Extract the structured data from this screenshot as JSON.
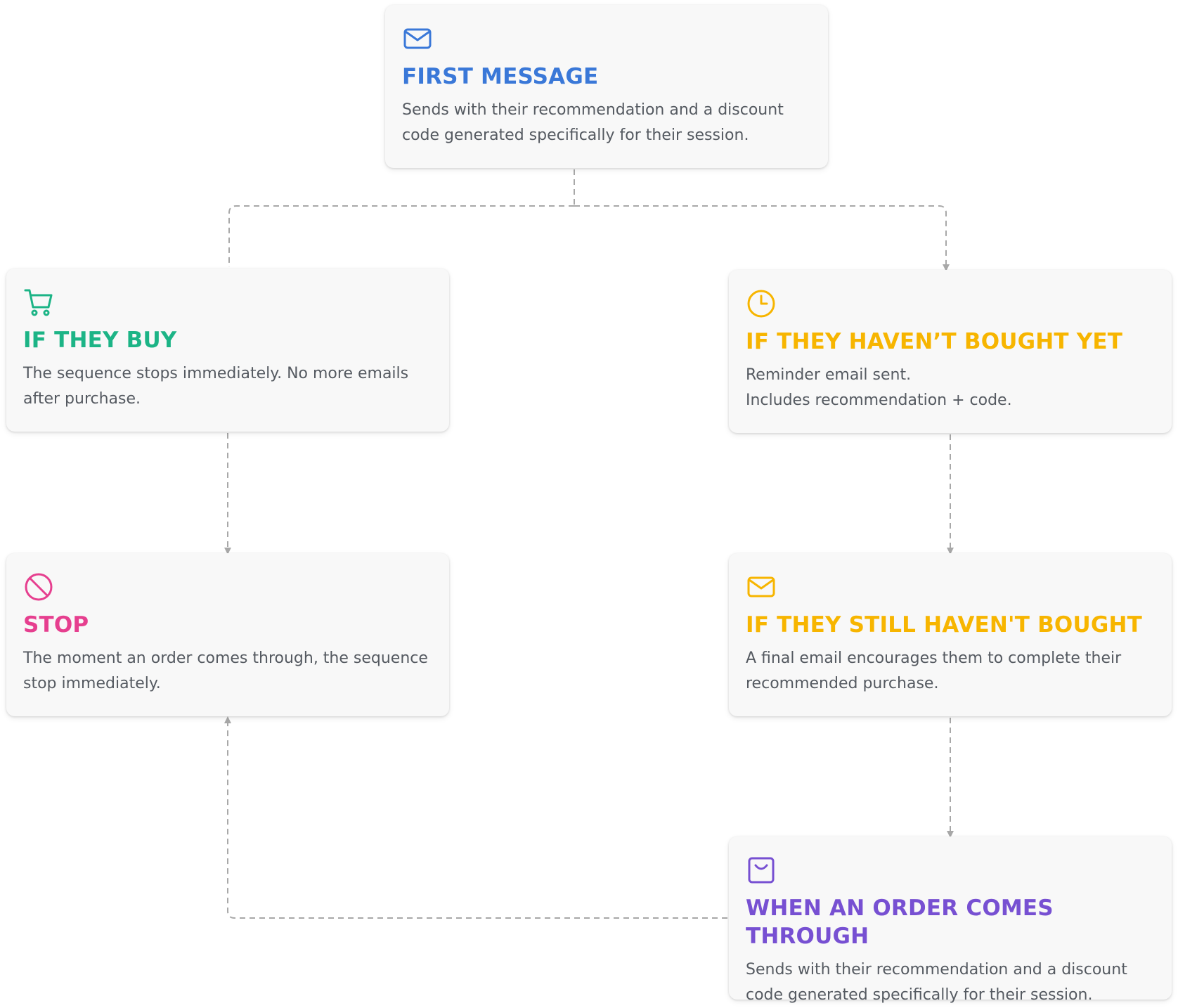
{
  "colors": {
    "blue": "#3a78d8",
    "green": "#1cb486",
    "amber": "#f7b500",
    "pink": "#e63f8f",
    "purple": "#7750d2",
    "connector": "#a8a8a8"
  },
  "cards": [
    {
      "id": "first",
      "icon": "mail-icon",
      "color": "#3a78d8",
      "title": "FIRST MESSAGE",
      "body": "Sends with their recommendation and a discount code generated specifically for their session."
    },
    {
      "id": "buy",
      "icon": "cart-icon",
      "color": "#1cb486",
      "title": "IF THEY BUY",
      "body": "The sequence stops immediately. No more emails after purchase."
    },
    {
      "id": "notyet",
      "icon": "clock-icon",
      "color": "#f7b500",
      "title": "IF THEY HAVEN’T BOUGHT YET",
      "body": "Reminder email sent.\nIncludes recommendation + code."
    },
    {
      "id": "stop",
      "icon": "ban-icon",
      "color": "#e63f8f",
      "title": "STOP",
      "body": "The moment an order comes through, the sequence stop immediately."
    },
    {
      "id": "still",
      "icon": "mail-icon",
      "color": "#f7b500",
      "title": "IF THEY STILL HAVEN'T BOUGHT",
      "body": "A final email encourages them to complete their recommended purchase."
    },
    {
      "id": "order",
      "icon": "shopping-bag-icon",
      "color": "#7750d2",
      "title": "WHEN AN ORDER COMES THROUGH",
      "body": "Sends with their recommendation and a discount code generated specifically for their session."
    }
  ]
}
